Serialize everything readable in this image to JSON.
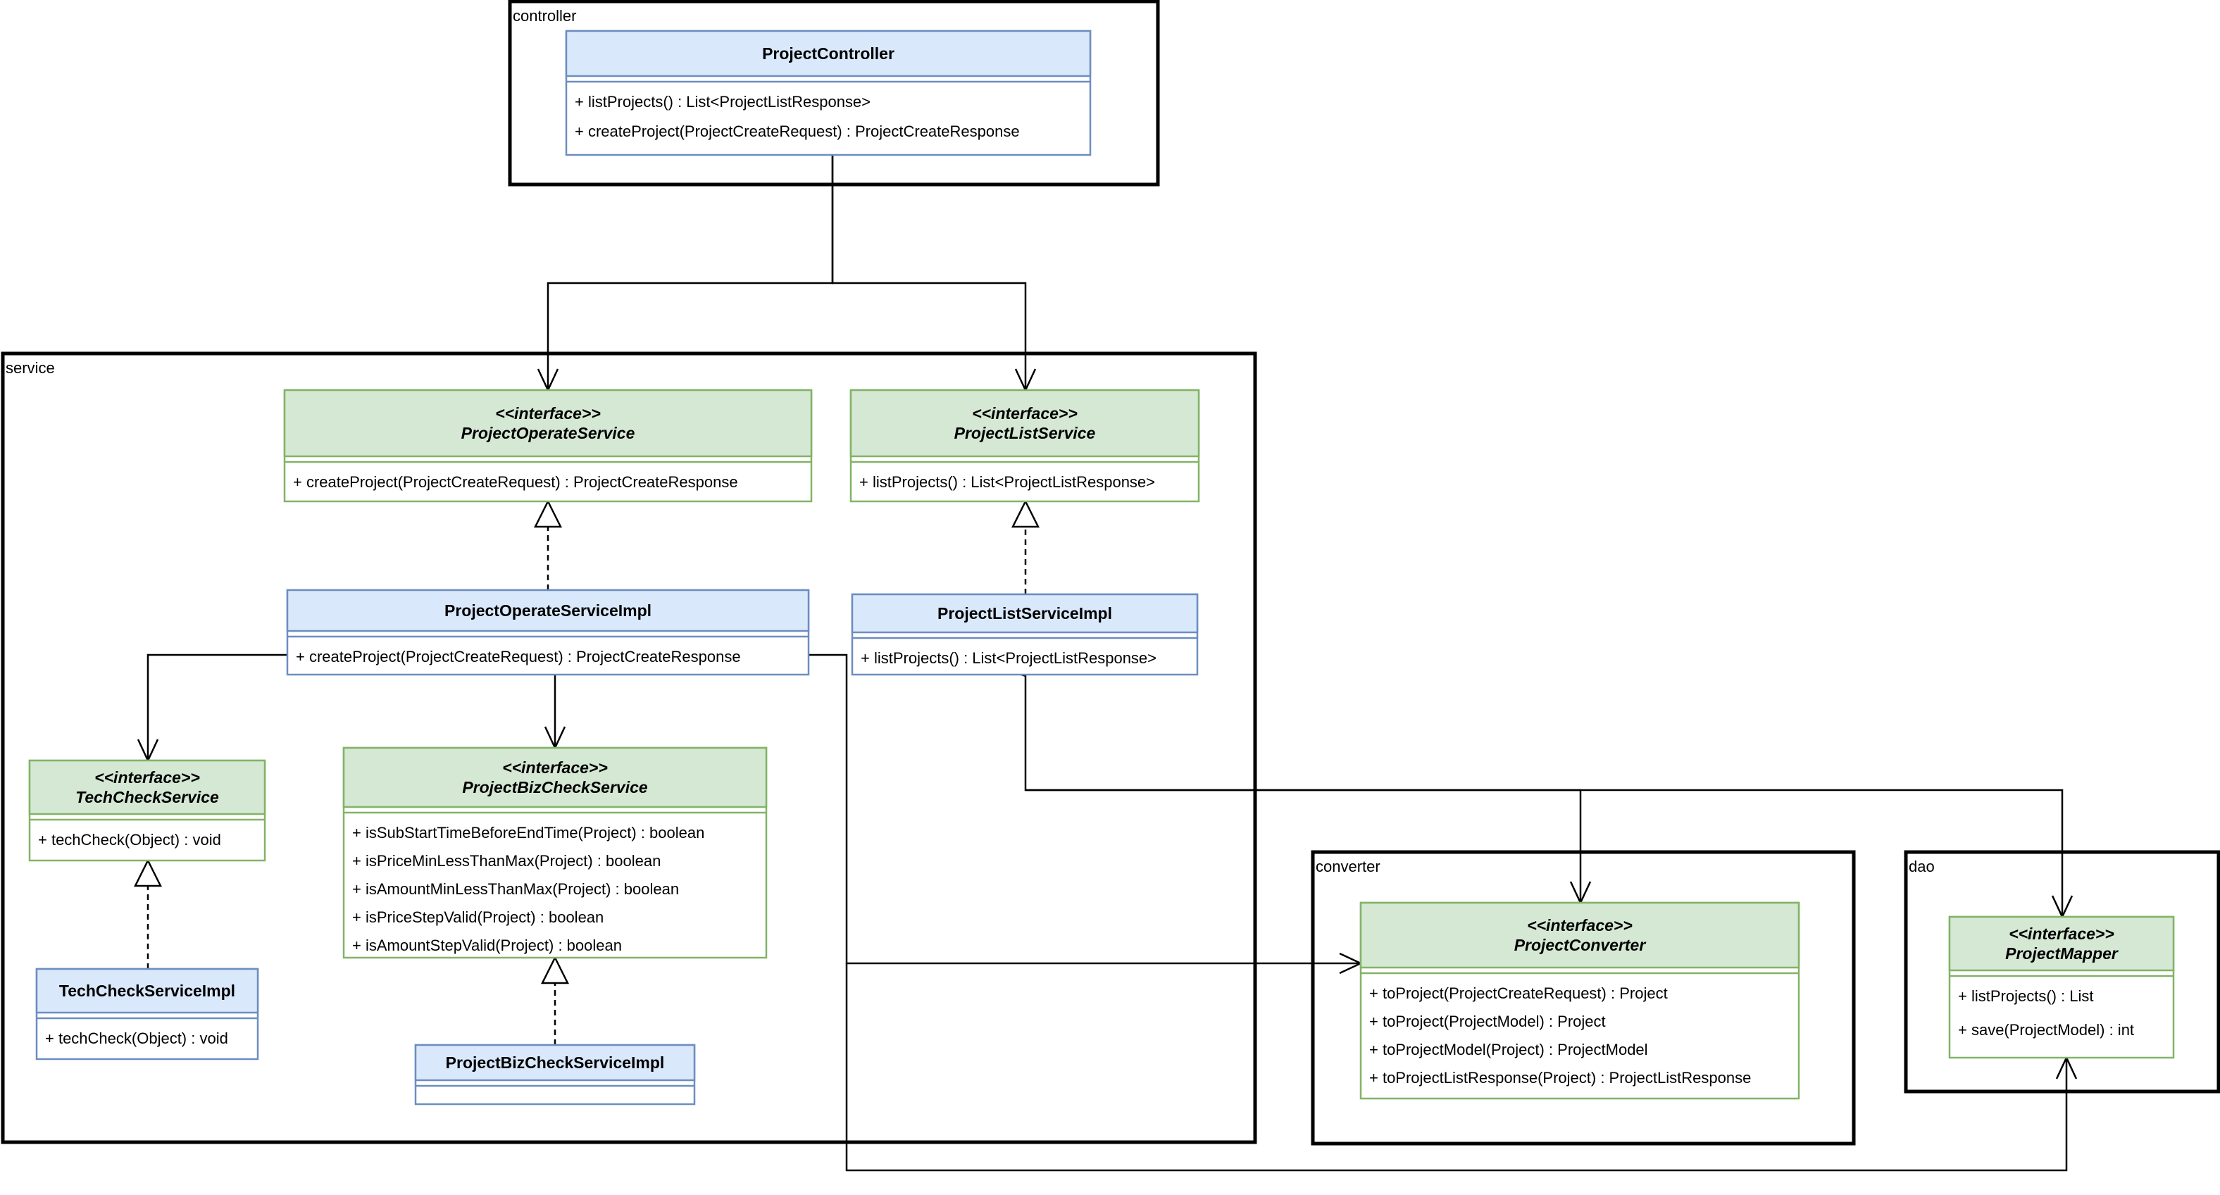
{
  "colors": {
    "class_fill": "#dae8fc",
    "class_stroke": "#6c8ebf",
    "interface_fill": "#d5e8d4",
    "interface_stroke": "#82b366",
    "package_stroke": "#000000",
    "edge": "#000000"
  },
  "packages": [
    {
      "id": "controller",
      "label": "controller"
    },
    {
      "id": "service",
      "label": "service"
    },
    {
      "id": "converter",
      "label": "converter"
    },
    {
      "id": "dao",
      "label": "dao"
    }
  ],
  "classes": [
    {
      "id": "ProjectController",
      "kind": "class",
      "name": "ProjectController",
      "members": [
        "+ listProjects() : List<ProjectListResponse>",
        "+ createProject(ProjectCreateRequest) : ProjectCreateResponse"
      ]
    },
    {
      "id": "ProjectOperateService",
      "kind": "interface",
      "stereotype": "<<interface>>",
      "name": "ProjectOperateService",
      "members": [
        "+ createProject(ProjectCreateRequest) : ProjectCreateResponse"
      ]
    },
    {
      "id": "ProjectListService",
      "kind": "interface",
      "stereotype": "<<interface>>",
      "name": "ProjectListService",
      "members": [
        "+ listProjects() : List<ProjectListResponse>"
      ]
    },
    {
      "id": "ProjectOperateServiceImpl",
      "kind": "class",
      "name": "ProjectOperateServiceImpl",
      "members": [
        "+ createProject(ProjectCreateRequest) : ProjectCreateResponse"
      ]
    },
    {
      "id": "ProjectListServiceImpl",
      "kind": "class",
      "name": "ProjectListServiceImpl",
      "members": [
        "+ listProjects() : List<ProjectListResponse>"
      ]
    },
    {
      "id": "TechCheckService",
      "kind": "interface",
      "stereotype": "<<interface>>",
      "name": "TechCheckService",
      "members": [
        "+ techCheck(Object) : void"
      ]
    },
    {
      "id": "ProjectBizCheckService",
      "kind": "interface",
      "stereotype": "<<interface>>",
      "name": "ProjectBizCheckService",
      "members": [
        "+ isSubStartTimeBeforeEndTime(Project) : boolean",
        "+ isPriceMinLessThanMax(Project) : boolean",
        "+ isAmountMinLessThanMax(Project) : boolean",
        "+ isPriceStepValid(Project) : boolean",
        "+ isAmountStepValid(Project) : boolean"
      ]
    },
    {
      "id": "TechCheckServiceImpl",
      "kind": "class",
      "name": "TechCheckServiceImpl",
      "members": [
        "+ techCheck(Object) : void"
      ]
    },
    {
      "id": "ProjectBizCheckServiceImpl",
      "kind": "class",
      "name": "ProjectBizCheckServiceImpl",
      "members": []
    },
    {
      "id": "ProjectConverter",
      "kind": "interface",
      "stereotype": "<<interface>>",
      "name": "ProjectConverter",
      "members": [
        "+ toProject(ProjectCreateRequest) : Project",
        "+ toProject(ProjectModel) : Project",
        "+ toProjectModel(Project) : ProjectModel",
        "+ toProjectListResponse(Project) : ProjectListResponse"
      ]
    },
    {
      "id": "ProjectMapper",
      "kind": "interface",
      "stereotype": "<<interface>>",
      "name": "ProjectMapper",
      "members": [
        "+ listProjects() :  List",
        "+ save(ProjectModel) :  int"
      ]
    }
  ],
  "edges": [
    {
      "id": "ctrl-to-operate",
      "kind": "association",
      "from": "ProjectController",
      "to": "ProjectOperateService"
    },
    {
      "id": "ctrl-to-list",
      "kind": "association",
      "from": "ProjectController",
      "to": "ProjectListService"
    },
    {
      "id": "operateimpl-realizes",
      "kind": "realization",
      "from": "ProjectOperateServiceImpl",
      "to": "ProjectOperateService"
    },
    {
      "id": "listimpl-realizes",
      "kind": "realization",
      "from": "ProjectListServiceImpl",
      "to": "ProjectListService"
    },
    {
      "id": "techimpl-realizes",
      "kind": "realization",
      "from": "TechCheckServiceImpl",
      "to": "TechCheckService"
    },
    {
      "id": "bizimpl-realizes",
      "kind": "realization",
      "from": "ProjectBizCheckServiceImpl",
      "to": "ProjectBizCheckService"
    },
    {
      "id": "operateimpl-to-tech",
      "kind": "association",
      "from": "ProjectOperateServiceImpl",
      "to": "TechCheckService"
    },
    {
      "id": "operateimpl-to-biz",
      "kind": "association",
      "from": "ProjectOperateServiceImpl",
      "to": "ProjectBizCheckService"
    },
    {
      "id": "operateimpl-to-converter",
      "kind": "association",
      "from": "ProjectOperateServiceImpl",
      "to": "ProjectConverter"
    },
    {
      "id": "operateimpl-to-mapper",
      "kind": "association",
      "from": "ProjectOperateServiceImpl",
      "to": "ProjectMapper"
    },
    {
      "id": "listimpl-to-converter",
      "kind": "association",
      "from": "ProjectListServiceImpl",
      "to": "ProjectConverter"
    },
    {
      "id": "listimpl-to-mapper",
      "kind": "association",
      "from": "ProjectListServiceImpl",
      "to": "ProjectMapper"
    }
  ]
}
